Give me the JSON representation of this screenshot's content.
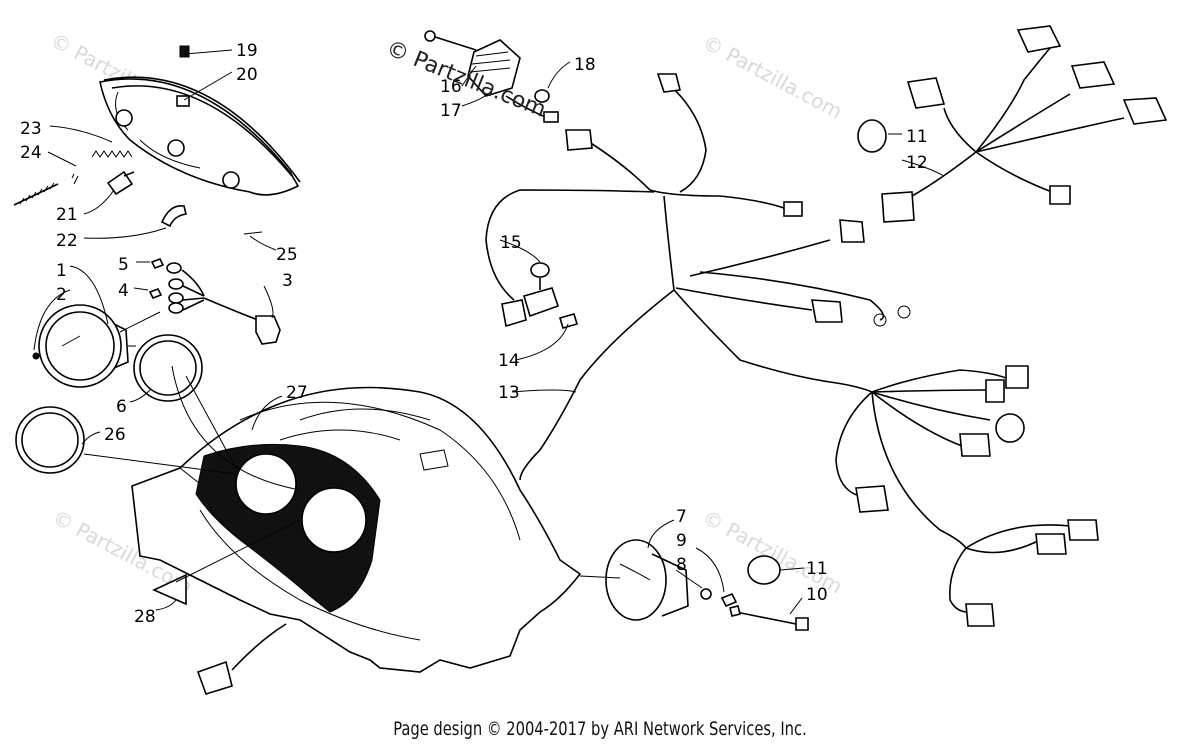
{
  "footer": {
    "copyright": "Page design © 2004-2017 by ARI Network Services, Inc."
  },
  "watermark": {
    "main": "© Partzilla.com",
    "faint": "© Partzilla.com"
  },
  "callouts": {
    "c1": "1",
    "c2": "2",
    "c3": "3",
    "c4": "4",
    "c5": "5",
    "c6": "6",
    "c7": "7",
    "c8": "8",
    "c9": "9",
    "c10": "10",
    "c11a": "11",
    "c11b": "11",
    "c12": "12",
    "c13": "13",
    "c14": "14",
    "c15": "15",
    "c16": "16",
    "c17": "17",
    "c18": "18",
    "c19": "19",
    "c20": "20",
    "c21": "21",
    "c22": "22",
    "c23": "23",
    "c24": "24",
    "c25": "25",
    "c26": "26",
    "c27": "27",
    "c28": "28"
  },
  "colors": {
    "line": "#000000",
    "background": "#ffffff",
    "watermark": "#d9d9d9"
  }
}
